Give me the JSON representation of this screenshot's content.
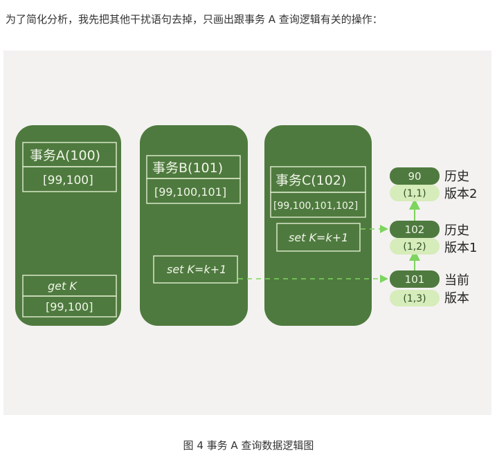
{
  "intro_text": "为了简化分析，我先把其他干扰语句去掉，只画出跟事务 A 查询逻辑有关的操作：",
  "caption": "图 4 事务 A 查询数据逻辑图",
  "colors": {
    "panel": "#4f7a3f",
    "panel_light": "#d6ecba",
    "arrow": "#7dd45e",
    "figure_bg": "#f3f2f0",
    "ink": "#222222"
  },
  "transactions": [
    {
      "id": "A",
      "title": "事务A(100)",
      "view": "[99,100]",
      "op_label": "get K",
      "op_result": "[99,100]"
    },
    {
      "id": "B",
      "title": "事务B(101)",
      "view": "[99,100,101]",
      "op_label": "set K=k+1"
    },
    {
      "id": "C",
      "title": "事务C(102)",
      "view": "[99,100,101,102]",
      "op_label": "set K=k+1"
    }
  ],
  "versions": [
    {
      "value": "90",
      "pair": "(1,1)",
      "label_line1": "历史",
      "label_line2": "版本2"
    },
    {
      "value": "102",
      "pair": "(1,2)",
      "label_line1": "历史",
      "label_line2": "版本1"
    },
    {
      "value": "101",
      "pair": "(1,3)",
      "label_line1": "当前",
      "label_line2": "版本"
    }
  ]
}
